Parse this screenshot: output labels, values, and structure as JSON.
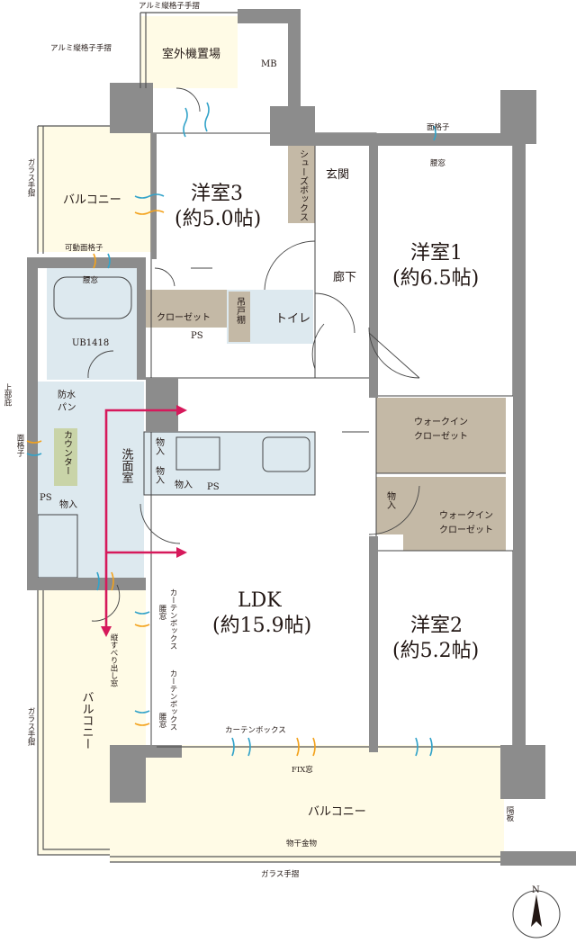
{
  "colors": {
    "wall": "#8c8c8c",
    "wall_dark": "#6e6e6e",
    "wet_area": "#dde9ef",
    "closet": "#c4b9a6",
    "balcony": "#fffbe6",
    "kitchen": "#b7c3c9",
    "arrow": "#d6195b",
    "wind_blue": "#33a3c9",
    "wind_orange": "#f3a21c"
  },
  "rooms": {
    "western3": {
      "name": "洋室3",
      "size": "(約5.0帖)"
    },
    "western1": {
      "name": "洋室1",
      "size": "(約6.5帖)"
    },
    "western2": {
      "name": "洋室2",
      "size": "(約5.2帖)"
    },
    "ldk": {
      "name": "LDK",
      "size": "(約15.9帖)"
    },
    "entrance": "玄関",
    "corridor": "廊下",
    "toilet": "トイレ",
    "washroom": "洗面室",
    "bath": "UB1418",
    "shoes_box": "シューズボックス",
    "closet": "クローゼット",
    "hanging_shelf": "吊戸棚",
    "wic1": [
      "ウォークイン",
      "クローゼット"
    ],
    "wic2": [
      "ウォークイン",
      "クローゼット"
    ],
    "storage": "物入",
    "ps": "PS",
    "mb": "MB",
    "waterproof_pan": [
      "防水",
      "パン"
    ],
    "counter": "カウンター",
    "outdoor_unit": "室外機置場"
  },
  "exterior": {
    "balcony": "バルコニー",
    "aluminum_lattice_top": "アルミ縦格子手摺",
    "aluminum_lattice_left": "アルミ縦格子手摺",
    "glass_rail_left": "ガラス手摺",
    "glass_rail_lower_left": "ガラス手摺",
    "glass_rail_bottom": "ガラス手摺",
    "movable_lattice": "可動面格子",
    "waist_window": "腰窓",
    "face_lattice": "面格子",
    "upper_eaves": "上部庇",
    "curtain_box": "カーテンボックス",
    "vertical_slide_window": "縦すべり出し窓",
    "fix_window": "FIX窓",
    "drying_hardware": "物干金物",
    "partition_board": "隔板",
    "north": "N"
  }
}
